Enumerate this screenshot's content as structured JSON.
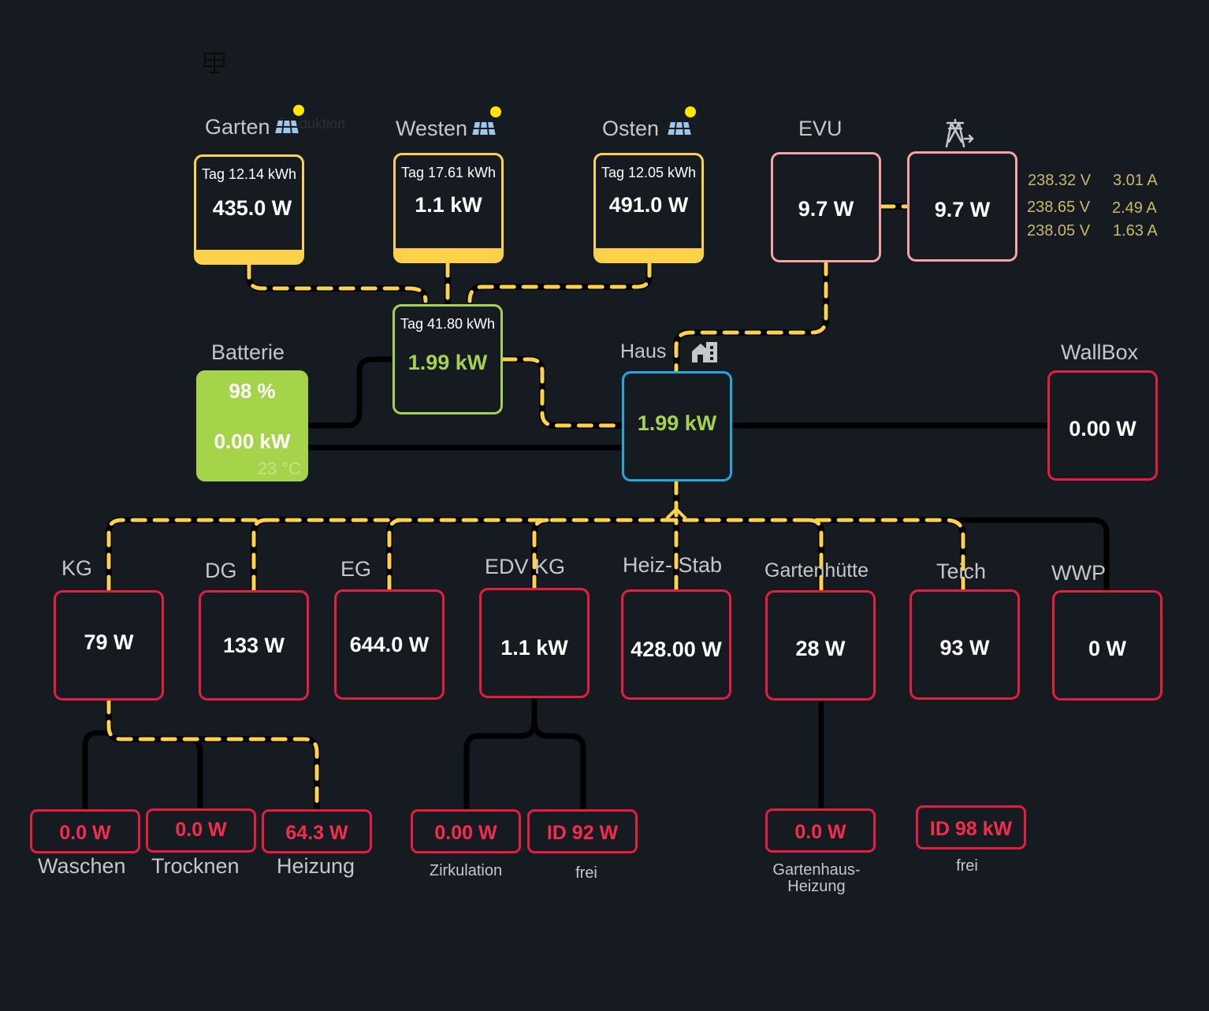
{
  "header": {
    "overlay_text": "Produktion"
  },
  "pv": [
    {
      "name": "Garten",
      "day": "Tag 12.14 kWh",
      "power": "435.0 W"
    },
    {
      "name": "Westen",
      "day": "Tag 17.61 kWh",
      "power": "1.1 kW"
    },
    {
      "name": "Osten",
      "day": "Tag 12.05 kWh",
      "power": "491.0 W"
    }
  ],
  "pv_total": {
    "day": "Tag 41.80 kWh",
    "power": "1.99 kW"
  },
  "evu": {
    "label": "EVU",
    "power": "9.7 W",
    "meter_power": "9.7 W"
  },
  "phases": [
    {
      "voltage": "238.32 V",
      "current": "3.01 A"
    },
    {
      "voltage": "238.65 V",
      "current": "2.49 A"
    },
    {
      "voltage": "238.05 V",
      "current": "1.63 A"
    }
  ],
  "battery": {
    "label": "Batterie",
    "soc": "98 %",
    "power": "0.00 kW",
    "temp": "23 °C"
  },
  "house": {
    "label": "Haus",
    "power": "1.99 kW"
  },
  "wallbox": {
    "label": "WallBox",
    "power": "0.00 W"
  },
  "consumers": [
    {
      "label": "KG",
      "power": "79 W"
    },
    {
      "label": "DG",
      "power": "133 W"
    },
    {
      "label": "EG",
      "power": "644.0 W"
    },
    {
      "label": "EDV KG",
      "power": "1.1 kW"
    },
    {
      "label": "Heiz- Stab",
      "power": "428.00 W"
    },
    {
      "label": "Gartenhütte",
      "power": "28 W"
    },
    {
      "label": "Teich",
      "power": "93 W"
    },
    {
      "label": "WWP",
      "power": "0 W"
    }
  ],
  "sub_consumers": [
    {
      "label": "Waschen",
      "power": "0.0 W"
    },
    {
      "label": "Trocknen",
      "power": "0.0 W"
    },
    {
      "label": "Heizung",
      "power": "64.3 W"
    },
    {
      "label": "Zirkulation",
      "power": "0.00 W"
    },
    {
      "label": "frei",
      "power": "ID 92 W"
    },
    {
      "label": "Gartenhaus-\nHeizung",
      "power": "0.0 W"
    },
    {
      "label": "frei",
      "power": "ID 98 kW"
    }
  ],
  "colors": {
    "pv": "#fdd24a",
    "grid": "#f4a4a7",
    "consumer": "#e51d3f",
    "battery": "#a5d34a",
    "house": "#23a8d8",
    "flow": "#fdd24a",
    "idle_line": "#000000"
  }
}
